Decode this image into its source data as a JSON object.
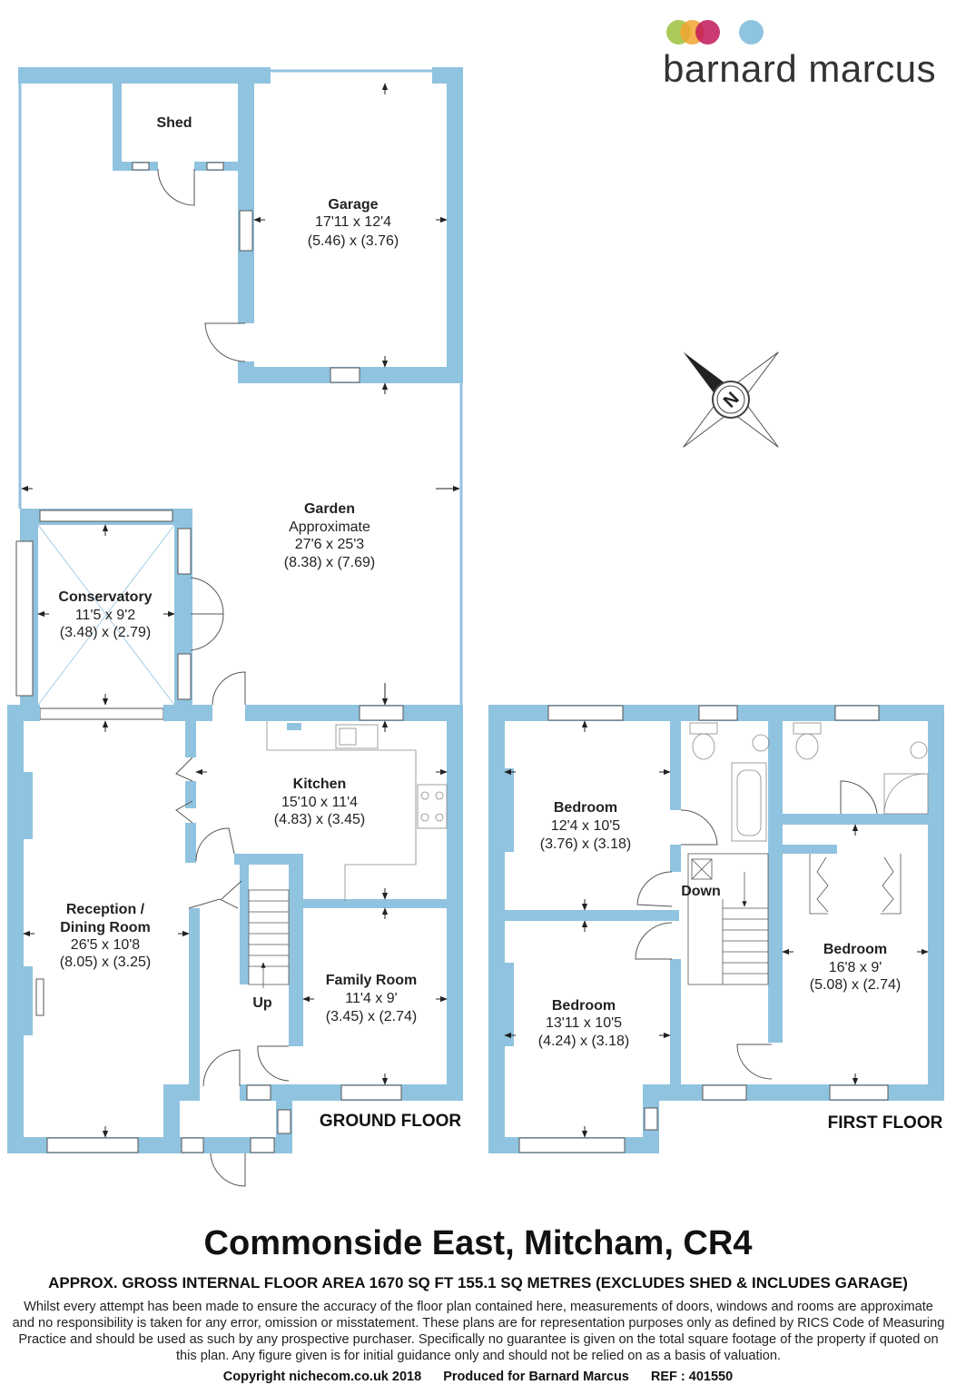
{
  "brand": {
    "name": "barnard marcus",
    "dot_colors": [
      "#9bc23d",
      "#f2a431",
      "#c2185b",
      "#8fc4e0"
    ]
  },
  "colors": {
    "wall": "#90c3df",
    "window": "#ffffff",
    "line": "#555555"
  },
  "floors": {
    "ground": "GROUND FLOOR",
    "first": "FIRST FLOOR"
  },
  "rooms": {
    "shed": {
      "name": "Shed"
    },
    "garage": {
      "name": "Garage",
      "imperial": "17'11 x 12'4",
      "metric": "(5.46) x (3.76)"
    },
    "garden": {
      "name": "Garden",
      "note": "Approximate",
      "imperial": "27'6 x 25'3",
      "metric": "(8.38) x (7.69)"
    },
    "conservatory": {
      "name": "Conservatory",
      "imperial": "11'5 x 9'2",
      "metric": "(3.48) x (2.79)"
    },
    "kitchen": {
      "name": "Kitchen",
      "imperial": "15'10 x 11'4",
      "metric": "(4.83) x (3.45)"
    },
    "reception": {
      "name_line1": "Reception /",
      "name_line2": "Dining Room",
      "imperial": "26'5 x 10'8",
      "metric": "(8.05) x (3.25)"
    },
    "family": {
      "name": "Family Room",
      "imperial": "11'4 x 9'",
      "metric": "(3.45) x (2.74)"
    },
    "bedroom1": {
      "name": "Bedroom",
      "imperial": "12'4 x 10'5",
      "metric": "(3.76) x (3.18)"
    },
    "bedroom2": {
      "name": "Bedroom",
      "imperial": "13'11 x 10'5",
      "metric": "(4.24) x (3.18)"
    },
    "bedroom3": {
      "name": "Bedroom",
      "imperial": "16'8 x 9'",
      "metric": "(5.08) x (2.74)"
    }
  },
  "stairs": {
    "up": "Up",
    "down": "Down"
  },
  "compass": {
    "label": "N"
  },
  "address": "Commonside East, Mitcham, CR4",
  "area": "APPROX. GROSS INTERNAL FLOOR AREA 1670 SQ FT 155.1 SQ METRES (EXCLUDES SHED & INCLUDES GARAGE)",
  "disclaimer": "Whilst every attempt has been made to ensure the accuracy of the floor plan contained here, measurements of doors, windows and rooms are approximate and no responsibility is taken for any error, omission or misstatement. These plans are for representation purposes only as defined by RICS Code of Measuring Practice and should be used as such by any prospective purchaser.  Specifically no guarantee is given on the total square footage of the property if quoted on this plan. Any figure given is for initial guidance only and should not be relied on as a basis of valuation.",
  "footer": {
    "copyright": "Copyright nichecom.co.uk 2018",
    "produced": "Produced for Barnard Marcus",
    "ref": "REF : 401550"
  }
}
